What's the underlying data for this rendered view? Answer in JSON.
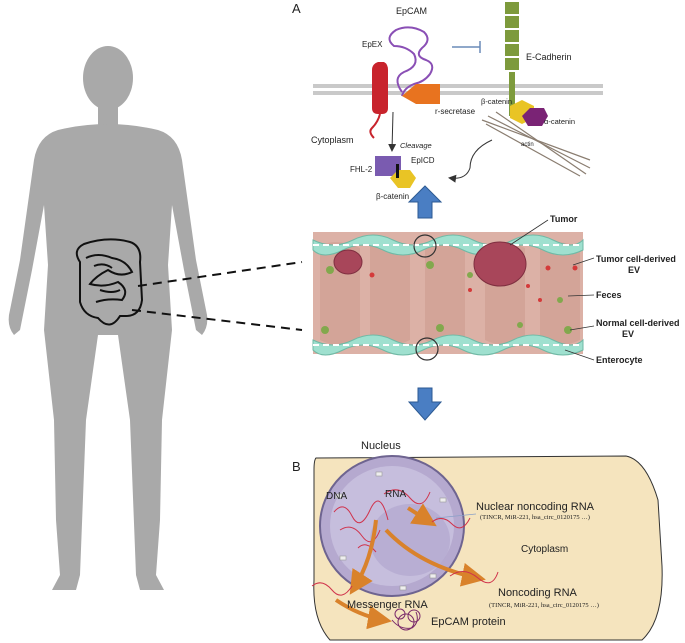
{
  "panels": {
    "a": "A",
    "b": "B"
  },
  "panel_a": {
    "epcam": "EpCAM",
    "epex": "EpEX",
    "ecadherin": "E-Cadherin",
    "secretase": "r-secretase",
    "bcatenin_top": "β-catenin",
    "acatenin": "α-catenin",
    "actin": "actin",
    "cytoplasm": "Cytoplasm",
    "cleavage": "Cleavage",
    "fhl2": "FHL-2",
    "epicd": "EpICD",
    "bcatenin_bottom": "β-catenin"
  },
  "colon": {
    "tumor": "Tumor",
    "tumor_ev_1": "Tumor cell-derived",
    "tumor_ev_2": "EV",
    "feces": "Feces",
    "normal_ev_1": "Normal cell-derived",
    "normal_ev_2": "EV",
    "enterocyte": "Enterocyte"
  },
  "panel_b": {
    "nucleus": "Nucleus",
    "dna": "DNA",
    "rna": "RNA",
    "nuclear_ncrna": "Nuclear noncoding RNA",
    "nuclear_ncrna_examples": "(TINCR, MiR-221, hsa_circ_0120175 …)",
    "cytoplasm": "Cytoplasm",
    "ncrna": "Noncoding RNA",
    "ncrna_examples": "(TINCR, MiR-221, hsa_circ_0120175 …)",
    "mrna": "Messenger RNA",
    "protein": "EpCAM protein"
  },
  "colors": {
    "body": "#a9a9a9",
    "membrane": "#c9c9c9",
    "epcam_loop": "#8a4fb5",
    "red_receptor": "#c8232c",
    "secretase": "#e8731f",
    "ecadherin": "#7d9a3c",
    "bcatenin": "#e9c425",
    "acatenin": "#7a2375",
    "epicd": "#7a5bb0",
    "arrow": "#4a7ec3",
    "cell_bg": "#f5e4be",
    "nucleus": "#b5a9cf",
    "ncrna_arrow": "#d9822b",
    "tissue": "#dcb1a6",
    "enterocyte": "#9fe0cf",
    "tumor": "#a8465a"
  },
  "icons": [
    "human-silhouette",
    "intestine-outline",
    "down-arrow",
    "up-arrow",
    "magnifier-circle"
  ]
}
